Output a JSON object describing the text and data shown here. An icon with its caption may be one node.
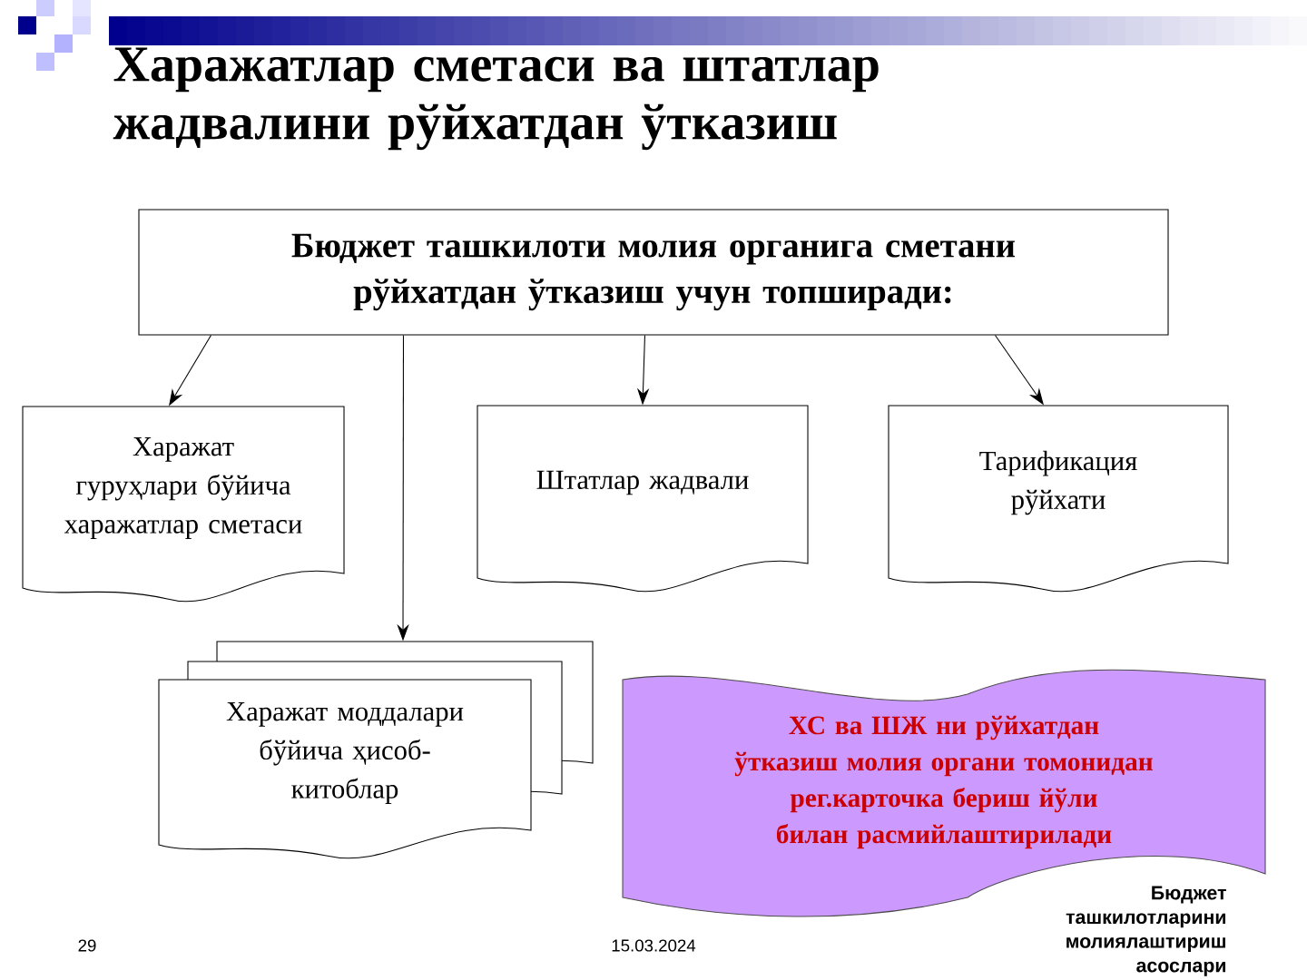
{
  "diagram": {
    "title": "Харажатлар сметаси ва штатлар жадвалини рўйхатдан ўтказиш",
    "nodes": [
      {
        "text": [
          "Бюджет ташкилоти молия органига сметани рўйхатдан ўтказиш учун топширади:"
        ]
      },
      {
        "text": [
          "Харажат гуруҳлари бўйича харажатлар сметаси"
        ]
      },
      {
        "text": [
          "Штатлар жадвали"
        ]
      },
      {
        "text": [
          "Тарификация рўйхати"
        ]
      },
      {
        "text": [
          "Харажат моддалари бўйича ҳисоб-китоблар"
        ]
      },
      {
        "text": [
          "ХС ва ШЖ ни рўйхатдан ўтказиш молия органи томонидан рег.карточка бериш йўли билан расмийлаштирилади"
        ]
      }
    ],
    "edges": [
      {
        "from": 0,
        "to": 1,
        "arrow": "to"
      },
      {
        "from": 0,
        "to": 4,
        "arrow": "to"
      },
      {
        "from": 0,
        "to": 2,
        "arrow": "to"
      },
      {
        "from": 0,
        "to": 3,
        "arrow": "to"
      }
    ],
    "labels": [
      "Бюджет ташкилотларини молиялаштириш асослари",
      "29",
      "15.03.2024"
    ]
  }
}
